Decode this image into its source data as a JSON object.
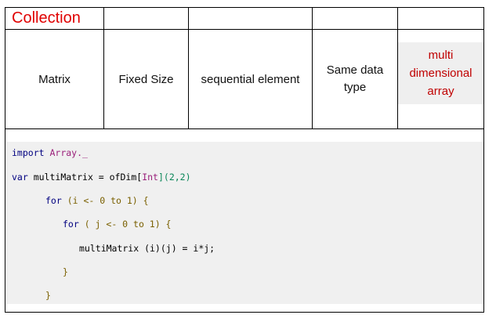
{
  "title": "Collection",
  "columns": [
    "Matrix",
    "Fixed Size",
    "sequential element",
    "Same data type",
    "multi dimensional array"
  ],
  "code": {
    "line1": {
      "kw": "import",
      "rest": " Array._"
    },
    "line2": {
      "kw": "var",
      "mid": " multiMatrix = ofDim[",
      "type": "Int",
      "end": "](2,2)"
    },
    "line3": {
      "kw": "for",
      "rest": " (i <- 0 to 1) {"
    },
    "line4": {
      "kw": "for",
      "rest": " ( j <- 0 to 1) {"
    },
    "line5": {
      "text": "multiMatrix (i)(j) = i*j;"
    },
    "line6": {
      "text": "}"
    },
    "line7": {
      "text": "}"
    }
  }
}
